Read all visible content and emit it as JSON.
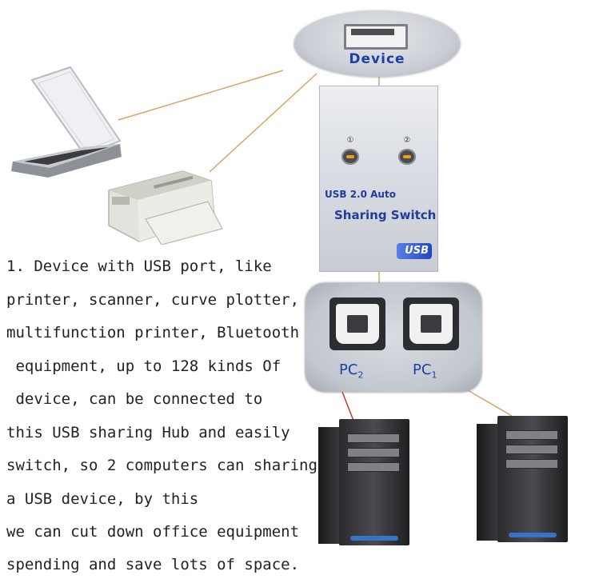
{
  "device_port": {
    "label": "Device"
  },
  "switch_box": {
    "led1": "①",
    "led2": "②",
    "title_line1": "USB 2.0 Auto",
    "title_line2": "Sharing Switch",
    "logo": "USB"
  },
  "pc_ports": {
    "pc2": "PC",
    "pc2_sub": "2",
    "pc1": "PC",
    "pc1_sub": "1"
  },
  "description": [
    "1. Device with USB port, like",
    "printer, scanner, curve plotter,",
    "multifunction printer, Bluetooth",
    " equipment, up to 128 kinds Of",
    " device, can be connected to",
    "this USB sharing Hub and easily",
    "switch, so 2 computers can sharing",
    "a USB device, by this",
    "we can cut down office equipment",
    "spending and save lots of space."
  ],
  "colors": {
    "label_blue": "#1c3fa8",
    "wire_orange": "#d9a36a",
    "wire_red": "#c0392b"
  },
  "icons": [
    "scanner-icon",
    "printer-icon",
    "usb-a-port-icon",
    "usb-b-port-icon",
    "computer-tower-icon"
  ]
}
